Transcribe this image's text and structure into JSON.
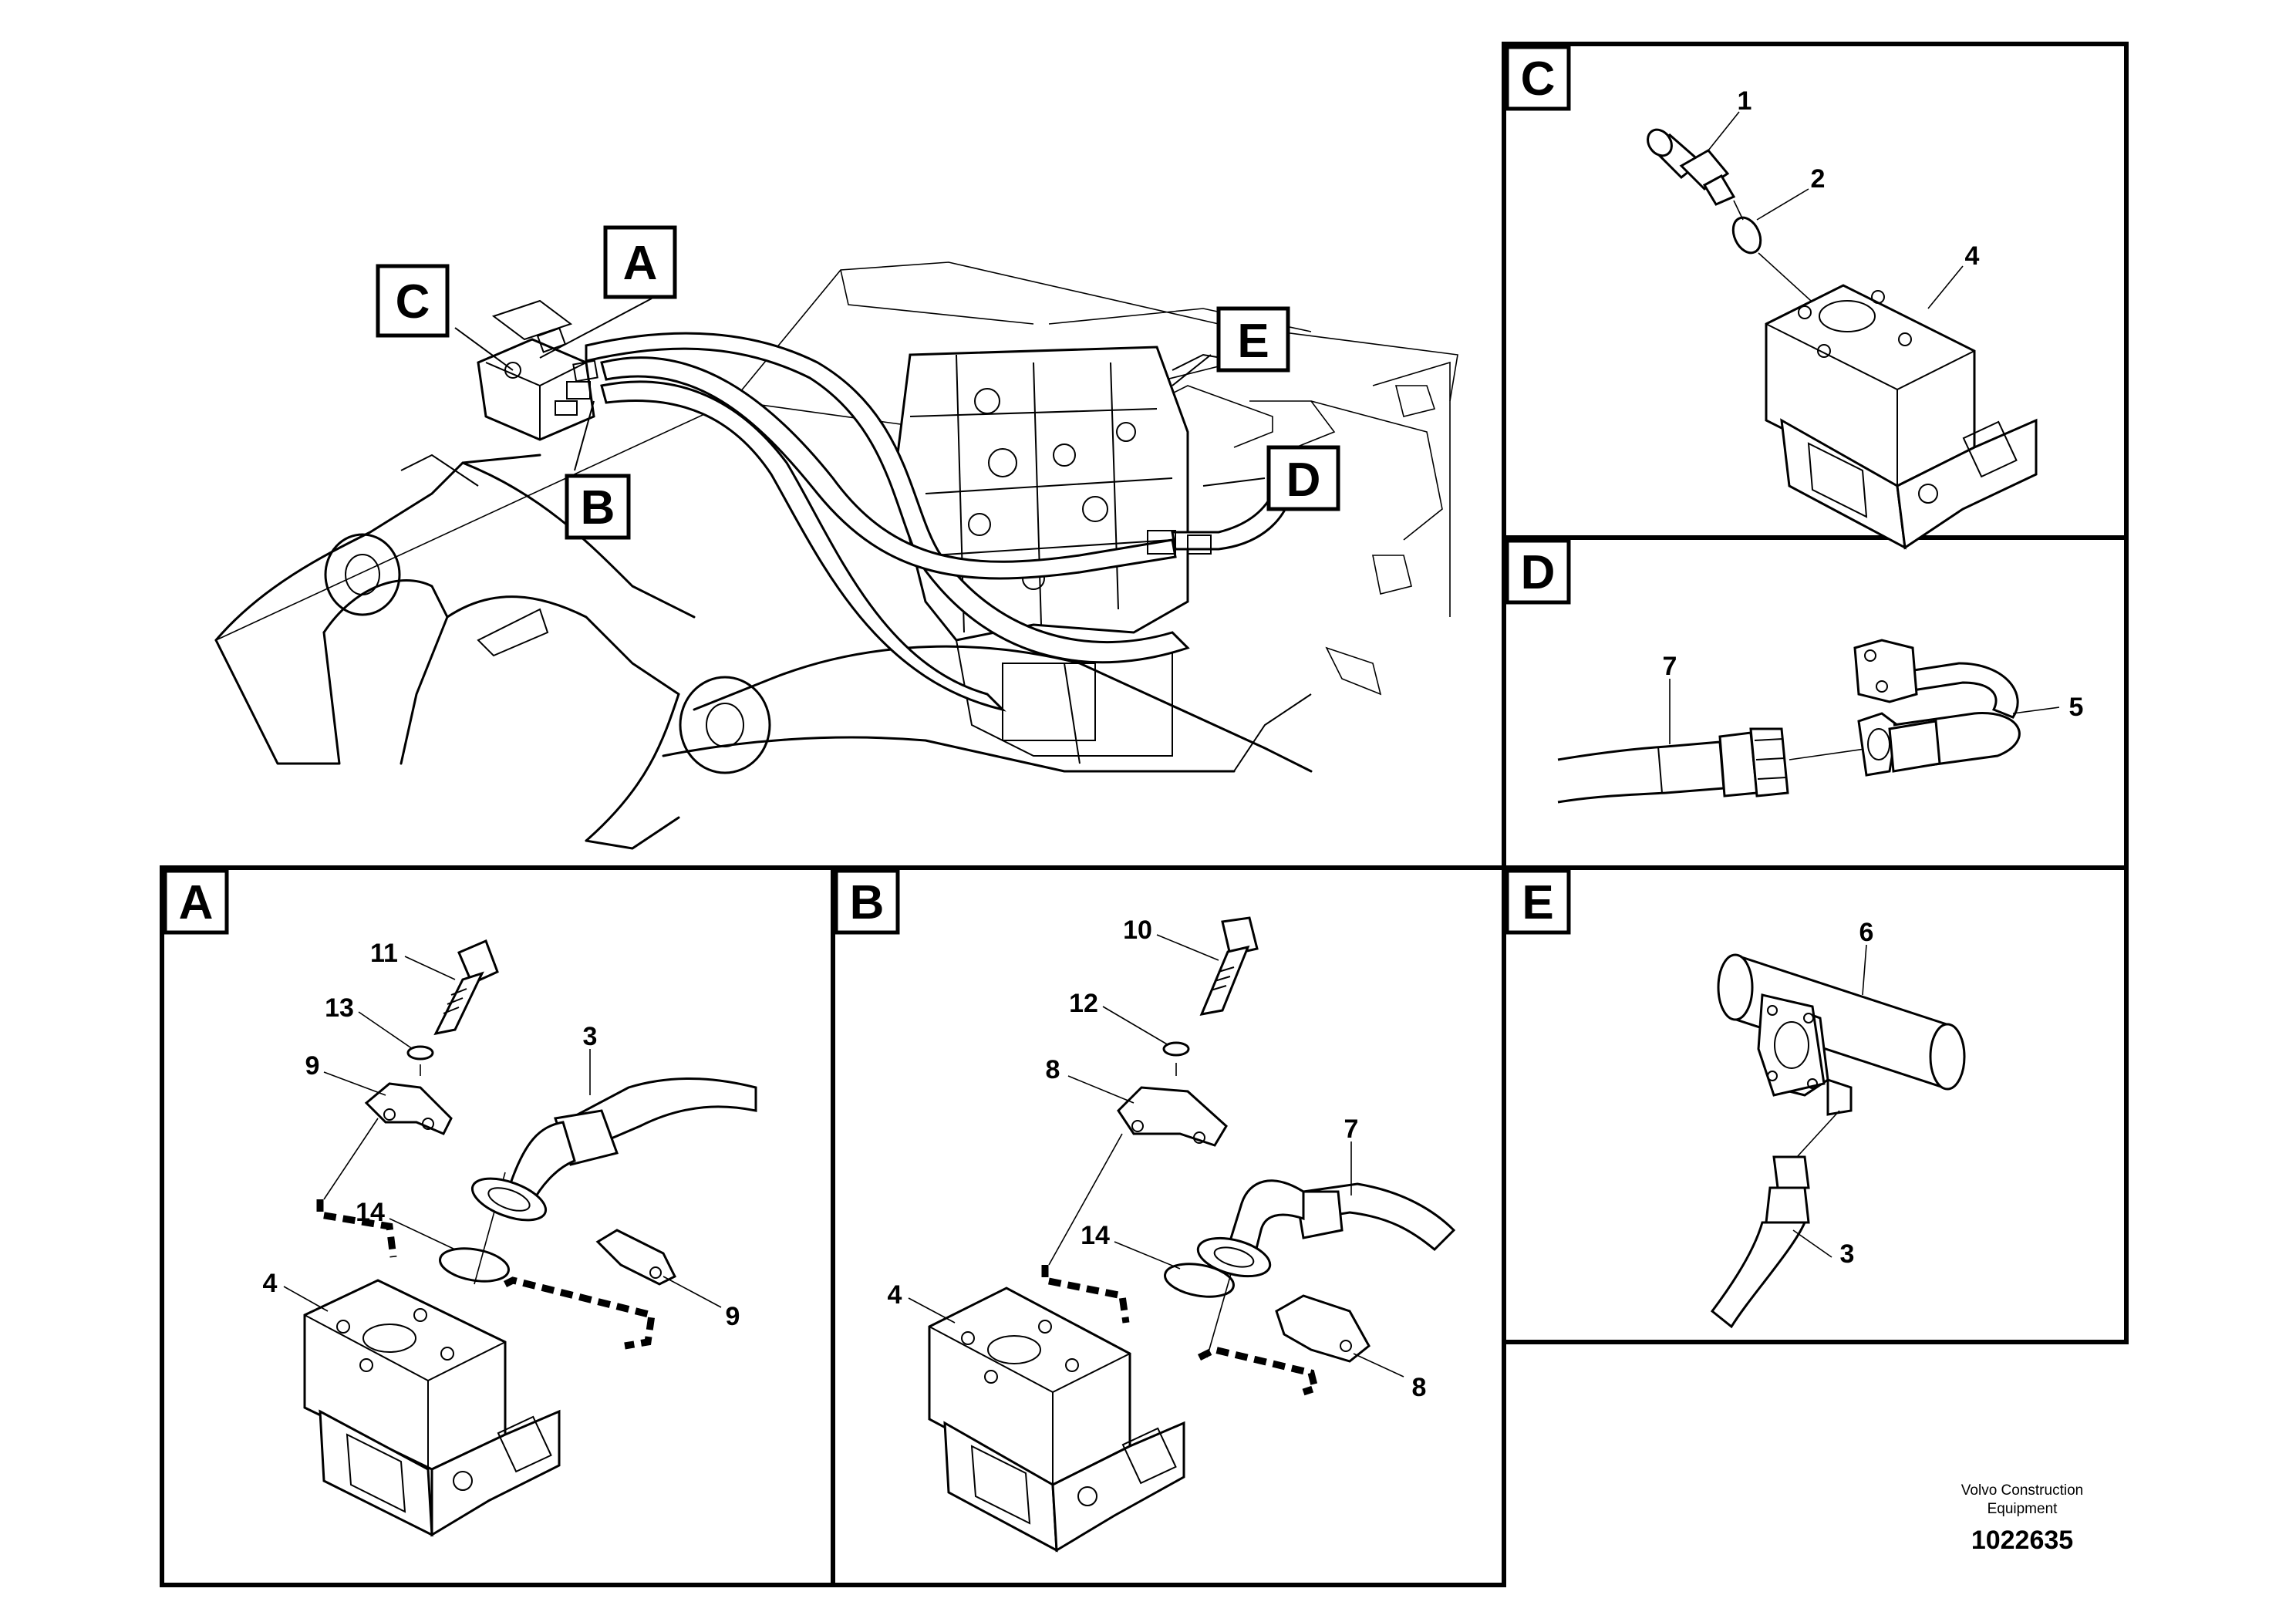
{
  "overview": {
    "callouts": [
      "A",
      "B",
      "C",
      "D",
      "E"
    ]
  },
  "panels": {
    "A": {
      "label": "A",
      "parts": [
        "11",
        "13",
        "9",
        "3",
        "14",
        "9",
        "4"
      ]
    },
    "B": {
      "label": "B",
      "parts": [
        "10",
        "12",
        "8",
        "7",
        "14",
        "4",
        "8"
      ]
    },
    "C": {
      "label": "C",
      "parts": [
        "1",
        "2",
        "4"
      ]
    },
    "D": {
      "label": "D",
      "parts": [
        "7",
        "5"
      ]
    },
    "E": {
      "label": "E",
      "parts": [
        "6",
        "3"
      ]
    }
  },
  "footer": {
    "company_line1": "Volvo Construction",
    "company_line2": "Equipment",
    "document_number": "1022635"
  }
}
